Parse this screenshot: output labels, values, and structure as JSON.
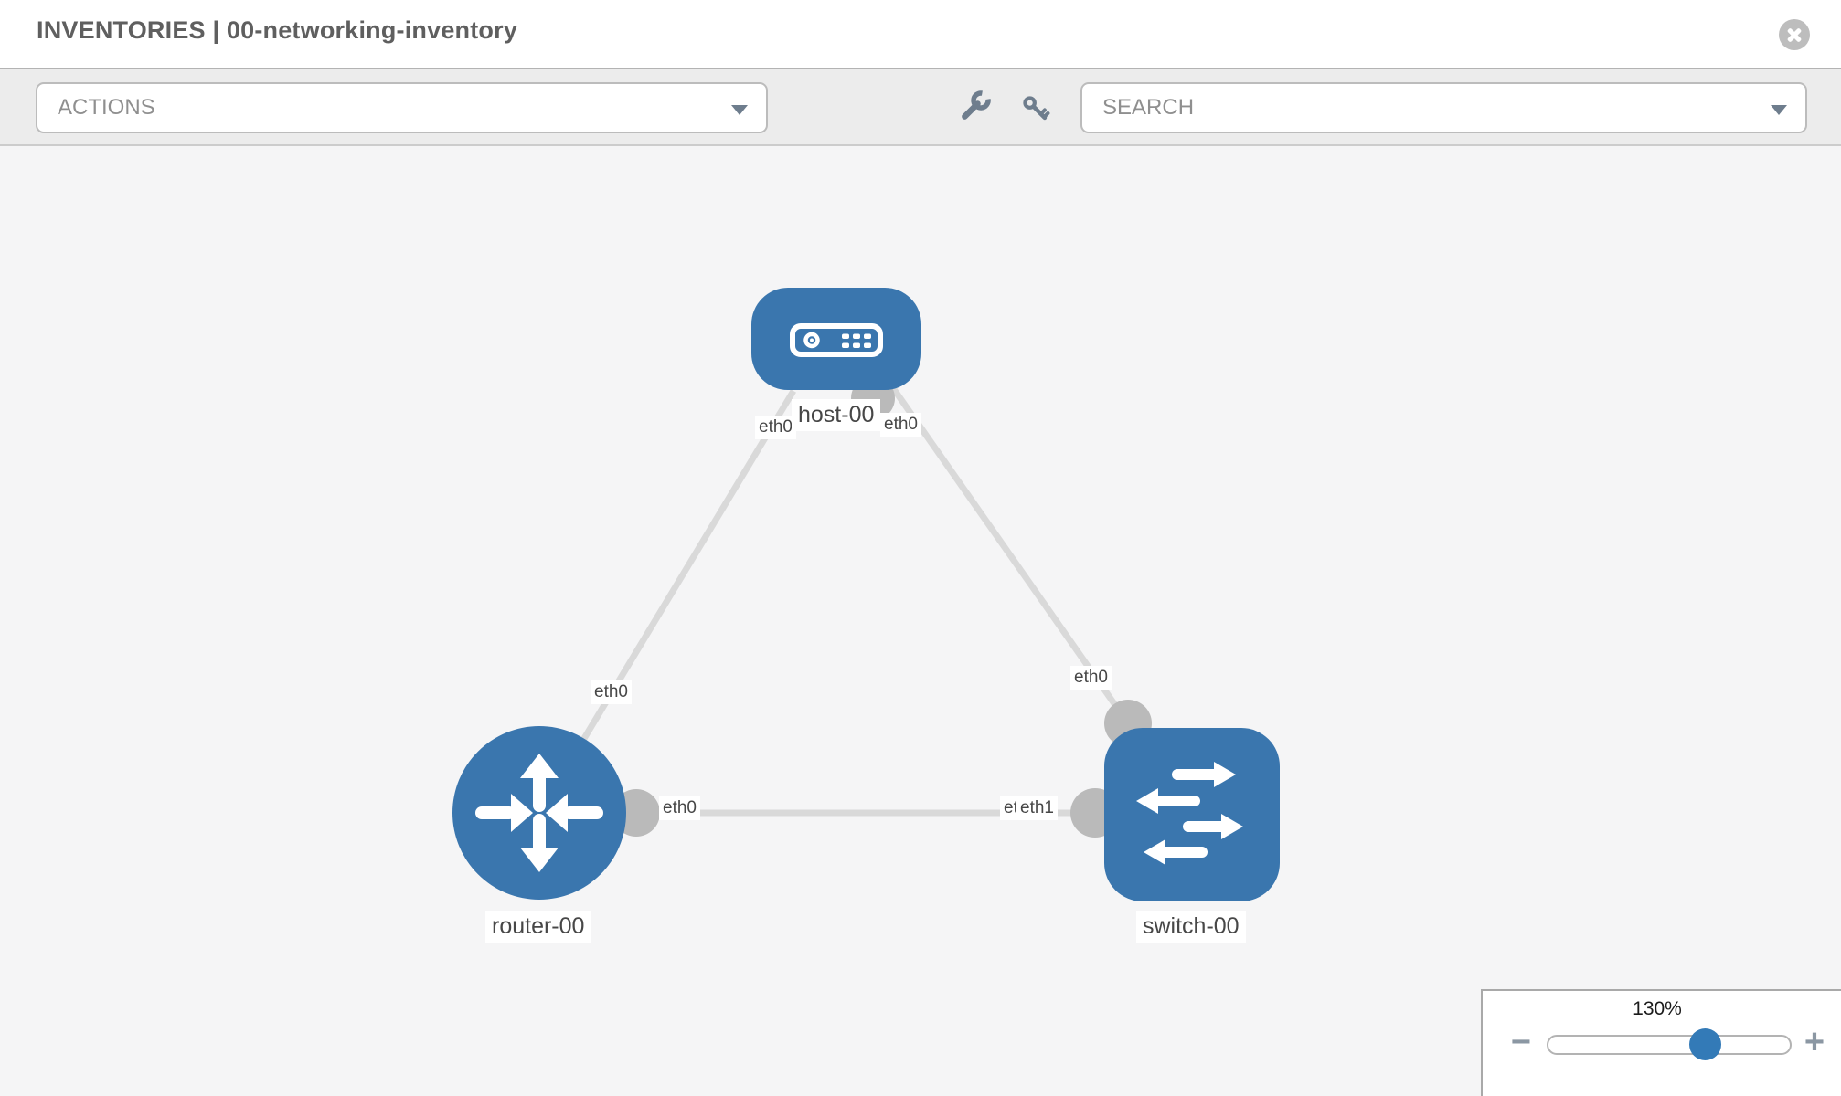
{
  "header": {
    "title": "INVENTORIES | 00-networking-inventory",
    "close_icon": "x-circle-icon"
  },
  "toolbar": {
    "actions_label": "ACTIONS",
    "search_label": "SEARCH",
    "icons": [
      "wrench-icon",
      "key-icon"
    ]
  },
  "topology": {
    "nodes": [
      {
        "id": "host-00",
        "type": "host",
        "label": "host-00"
      },
      {
        "id": "router-00",
        "type": "router",
        "label": "router-00"
      },
      {
        "id": "switch-00",
        "type": "switch",
        "label": "switch-00"
      }
    ],
    "links": [
      {
        "from": "host-00",
        "from_interface": "eth0",
        "to": "router-00",
        "to_interface": "eth0"
      },
      {
        "from": "host-00",
        "from_interface": "eth0",
        "to": "switch-00",
        "to_interface": "eth0"
      },
      {
        "from": "router-00",
        "from_interface": "eth0",
        "to": "switch-00",
        "to_interface": "eth1"
      }
    ],
    "iface_chips": {
      "host_link1": "eth0",
      "host_link2": "eth0",
      "router_link1": "eth0",
      "switch_link2": "eth0",
      "router_link3": "eth0",
      "switch_link3_back": "eth0",
      "switch_link3_front": "eth1"
    }
  },
  "zoom": {
    "level": "130%",
    "minus_label": "−",
    "plus_label": "+"
  },
  "colors": {
    "node_blue": "#3a76ae",
    "thumb_blue": "#337ab7",
    "link_gray": "#d9d9d9",
    "iface_dot_gray": "#bababa",
    "canvas_bg": "#f5f5f6",
    "toolbar_bg": "#ececec"
  }
}
